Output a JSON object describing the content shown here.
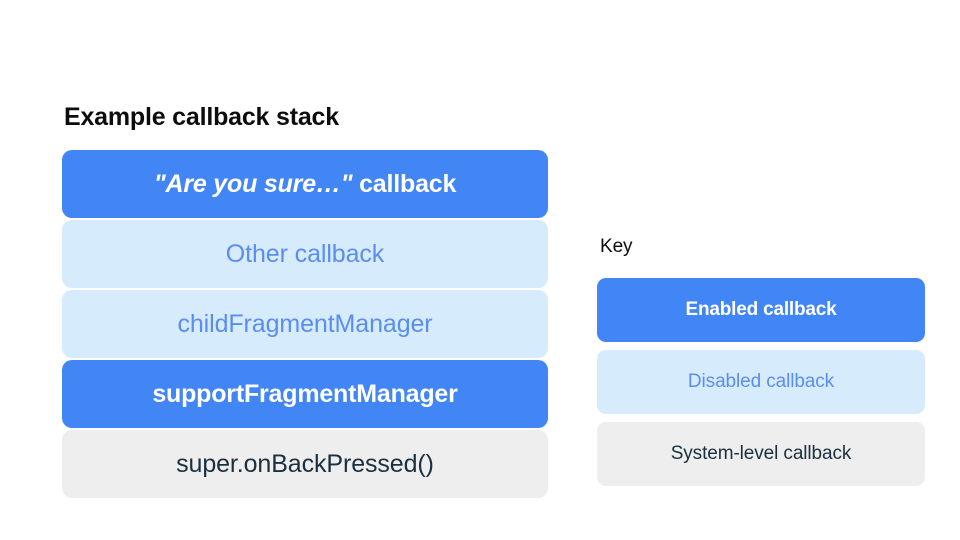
{
  "stack": {
    "title": "Example callback stack",
    "items": [
      {
        "label": "\"Are you sure…\" callback",
        "emphasis_text": "\"Are you sure…\"",
        "plain_text": " callback",
        "variant": "enabled",
        "name": "callback-are-you-sure"
      },
      {
        "label": "Other callback",
        "variant": "disabled",
        "name": "callback-other"
      },
      {
        "label": "childFragmentManager",
        "variant": "disabled",
        "name": "callback-child-fragment-manager"
      },
      {
        "label": "supportFragmentManager",
        "variant": "enabled",
        "name": "callback-support-fragment-manager"
      },
      {
        "label": "super.onBackPressed()",
        "variant": "system",
        "name": "callback-super-on-back-pressed"
      }
    ]
  },
  "key": {
    "title": "Key",
    "items": [
      {
        "label": "Enabled callback",
        "variant": "enabled",
        "name": "key-enabled-callback"
      },
      {
        "label": "Disabled callback",
        "variant": "disabled",
        "name": "key-disabled-callback"
      },
      {
        "label": "System-level callback",
        "variant": "system",
        "name": "key-system-level-callback"
      }
    ]
  },
  "colors": {
    "enabled_fill": "#4285f4",
    "enabled_text": "#ffffff",
    "disabled_fill": "#d6ecfd",
    "disabled_text": "#5b8def",
    "system_fill": "#eeeeee",
    "system_text": "#1b303f",
    "title_text": "#0d0d0d",
    "background": "#ffffff"
  }
}
